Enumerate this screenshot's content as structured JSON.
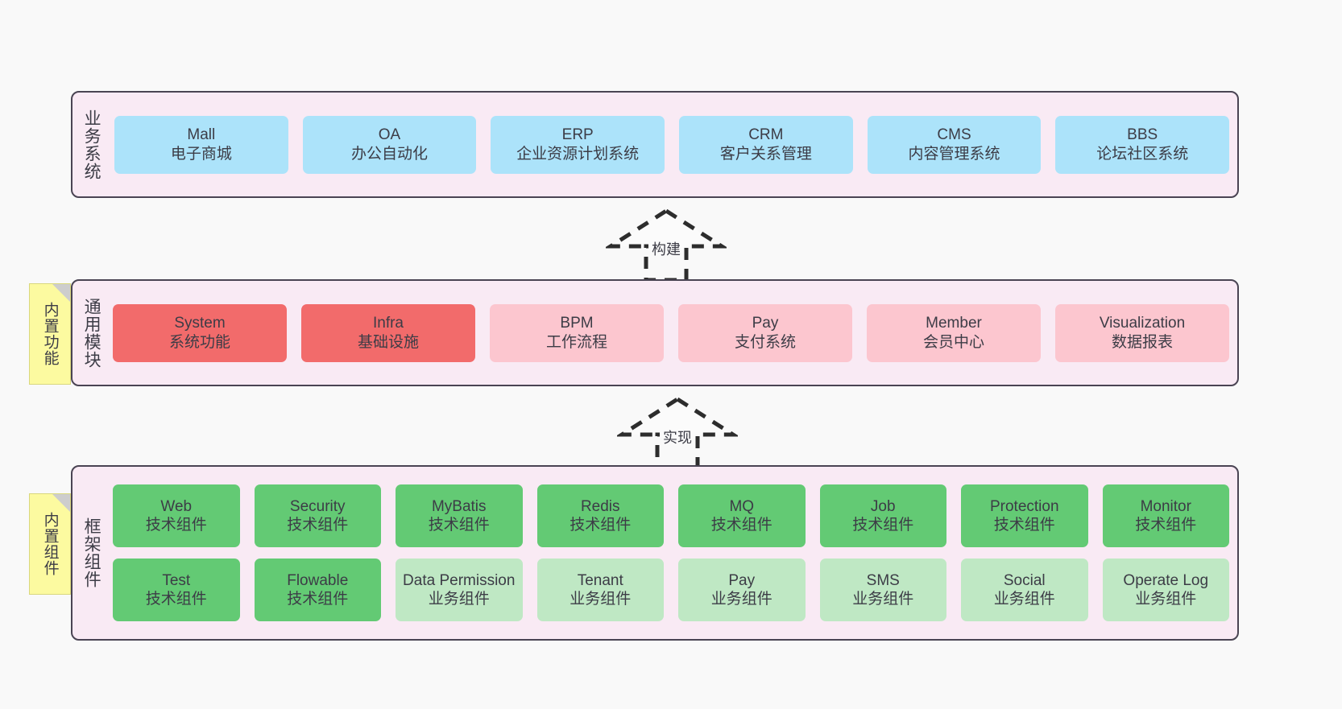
{
  "diagram": {
    "background_color": "#f9f9f9",
    "panel_fill": "#f9eaf4",
    "panel_border": "#4a4453",
    "note_fill": "#fcfaa0"
  },
  "notes": [
    {
      "id": "note-common",
      "label": "内置功能"
    },
    {
      "id": "note-components",
      "label": "内置组件"
    }
  ],
  "arrows": [
    {
      "id": "arrow-build",
      "label": "构建",
      "style": "dashed-hollow-triangle",
      "direction": "up"
    },
    {
      "id": "arrow-realize",
      "label": "实现",
      "style": "dashed-hollow-triangle",
      "direction": "up"
    }
  ],
  "layers": [
    {
      "id": "business-layer",
      "title": "业务系统",
      "color": "#ace3fa",
      "rows": [
        [
          {
            "en": "Mall",
            "cn": "电子商城",
            "tone": "blue"
          },
          {
            "en": "OA",
            "cn": "办公自动化",
            "tone": "blue"
          },
          {
            "en": "ERP",
            "cn": "企业资源计划系统",
            "tone": "blue"
          },
          {
            "en": "CRM",
            "cn": "客户关系管理",
            "tone": "blue"
          },
          {
            "en": "CMS",
            "cn": "内容管理系统",
            "tone": "blue"
          },
          {
            "en": "BBS",
            "cn": "论坛社区系统",
            "tone": "blue"
          }
        ]
      ]
    },
    {
      "id": "common-layer",
      "title": "通用模块",
      "color": "#f26b6b",
      "rows": [
        [
          {
            "en": "System",
            "cn": "系统功能",
            "tone": "red"
          },
          {
            "en": "Infra",
            "cn": "基础设施",
            "tone": "red"
          },
          {
            "en": "BPM",
            "cn": "工作流程",
            "tone": "pink"
          },
          {
            "en": "Pay",
            "cn": "支付系统",
            "tone": "pink"
          },
          {
            "en": "Member",
            "cn": "会员中心",
            "tone": "pink"
          },
          {
            "en": "Visualization",
            "cn": "数据报表",
            "tone": "pink"
          }
        ]
      ]
    },
    {
      "id": "framework-layer",
      "title": "框架组件",
      "color": "#63ca74",
      "rows": [
        [
          {
            "en": "Web",
            "cn": "技术组件",
            "tone": "green"
          },
          {
            "en": "Security",
            "cn": "技术组件",
            "tone": "green"
          },
          {
            "en": "MyBatis",
            "cn": "技术组件",
            "tone": "green"
          },
          {
            "en": "Redis",
            "cn": "技术组件",
            "tone": "green"
          },
          {
            "en": "MQ",
            "cn": "技术组件",
            "tone": "green"
          },
          {
            "en": "Job",
            "cn": "技术组件",
            "tone": "green"
          },
          {
            "en": "Protection",
            "cn": "技术组件",
            "tone": "green"
          },
          {
            "en": "Monitor",
            "cn": "技术组件",
            "tone": "green"
          }
        ],
        [
          {
            "en": "Test",
            "cn": "技术组件",
            "tone": "green"
          },
          {
            "en": "Flowable",
            "cn": "技术组件",
            "tone": "green"
          },
          {
            "en": "Data Permission",
            "cn": "业务组件",
            "tone": "lightgreen"
          },
          {
            "en": "Tenant",
            "cn": "业务组件",
            "tone": "lightgreen"
          },
          {
            "en": "Pay",
            "cn": "业务组件",
            "tone": "lightgreen"
          },
          {
            "en": "SMS",
            "cn": "业务组件",
            "tone": "lightgreen"
          },
          {
            "en": "Social",
            "cn": "业务组件",
            "tone": "lightgreen"
          },
          {
            "en": "Operate Log",
            "cn": "业务组件",
            "tone": "lightgreen"
          }
        ]
      ]
    }
  ]
}
